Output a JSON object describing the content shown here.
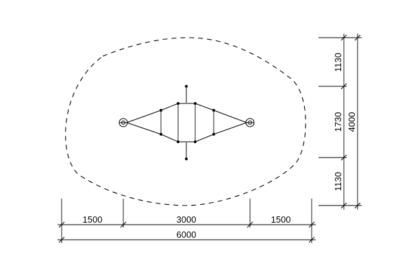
{
  "dimensions": {
    "horizontal": {
      "left": "1500",
      "middle": "3000",
      "right": "1500",
      "total": "6000"
    },
    "vertical": {
      "top": "1130",
      "middle": "1730",
      "bottom": "1130",
      "total": "4000"
    }
  },
  "colors": {
    "line": "#000000",
    "background": "#ffffff"
  }
}
